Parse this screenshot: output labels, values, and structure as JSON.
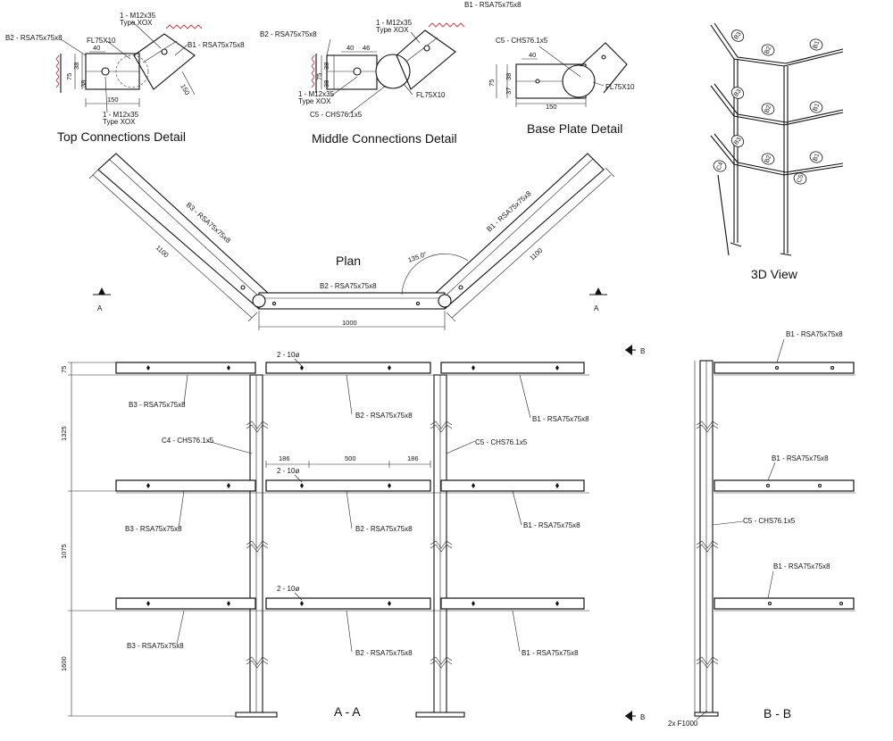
{
  "titles": {
    "top_conn": "Top Connections Detail",
    "mid_conn": "Middle Connections Detail",
    "base_plate": "Base Plate Detail",
    "view3d": "3D View",
    "plan": "Plan",
    "section_aa": "A - A",
    "section_bb": "B - B"
  },
  "top_detail": {
    "b2": "B2 - RSA75x75x8",
    "fl": "FL75X10",
    "bolt_a1": "1 - M12x35",
    "bolt_a2": "Type XOX",
    "b1": "B1 - RSA75x75x8",
    "bolt_b1": "1 - M12x35",
    "bolt_b2": "Type XOX",
    "d40": "40",
    "d38a": "38",
    "d38b": "38",
    "d75": "75",
    "d150": "150",
    "d150b": "150"
  },
  "mid_detail": {
    "b1": "B1 - RSA75x75x8",
    "b2": "B2 - RSA75x75x8",
    "bolt_a1": "1 - M12x35",
    "bolt_a2": "Type XOX",
    "bolt_b1": "1 - M12x35",
    "bolt_b2": "Type XOX",
    "d40": "40",
    "d46": "46",
    "d38a": "38",
    "d38b": "38",
    "d75": "75",
    "fl": "FL75X10",
    "c5": "C5 - CHS76.1x5"
  },
  "base_detail": {
    "c5": "C5 - CHS76.1x5",
    "fl": "FL75X10",
    "d40": "40",
    "d38": "38",
    "d37": "37",
    "d75": "75",
    "d150": "150"
  },
  "plan": {
    "b3": "B3 - RSA75x75x8",
    "b1": "B1 - RSA75x75x8",
    "b2": "B2 - RSA75x75x8",
    "l_left": "1100",
    "l_right": "1100",
    "l_mid": "1000",
    "angle": "135.0°",
    "cut_a_left": "A",
    "cut_a_right": "A"
  },
  "view3d_bubbles": {
    "b3": "B3",
    "b2": "B2",
    "b1": "B1",
    "c4": "C4",
    "c5": "C5"
  },
  "section_aa": {
    "dim_75": "75",
    "dim_1325": "1325",
    "dim_1075": "1075",
    "dim_1600": "1600",
    "bolt1": "2 - 10ø",
    "bolt2": "2 - 10ø",
    "bolt3": "2 - 10ø",
    "b3_1": "B3 - RSA75x75x8",
    "b3_2": "B3 - RSA75x75x8",
    "b3_3": "B3 - RSA75x75x8",
    "b2_1": "B2 - RSA75x75x8",
    "b2_2": "B2 - RSA75x75x8",
    "b2_3": "B2 - RSA75x75x8",
    "b1_1": "B1 - RSA75x75x8",
    "b1_2": "B1 - RSA75x75x8",
    "b1_3": "B1 - RSA75x75x8",
    "c4": "C4 - CHS76.1x5",
    "c5": "C5 - CHS76.1x5",
    "d186a": "186",
    "d500": "500",
    "d186b": "186"
  },
  "section_bb": {
    "cut_b_top": "B",
    "cut_b_bottom": "B",
    "b1_1": "B1 - RSA75x75x8",
    "b1_2": "B1 - RSA75x75x8",
    "b1_3": "B1 - RSA75x75x8",
    "c5": "C5 - CHS76.1x5",
    "base": "2x F1000"
  }
}
